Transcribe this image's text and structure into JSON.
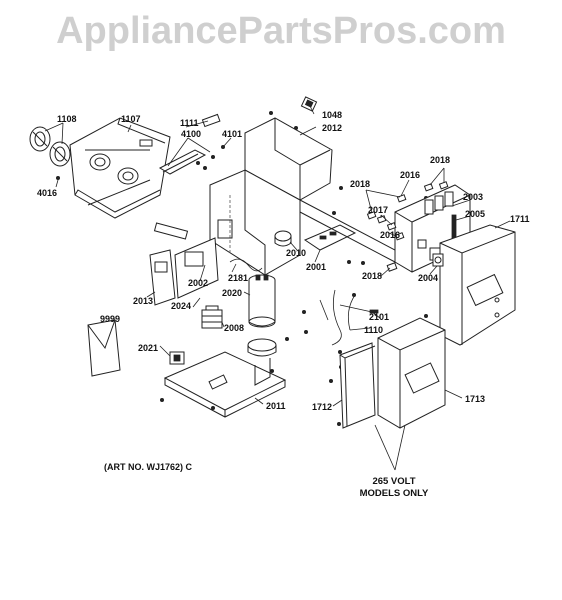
{
  "watermark": "AppliancePartsPros.com",
  "art_number": "(ART NO. WJ1762) C",
  "note": {
    "line1": "265 VOLT",
    "line2": "MODELS ONLY"
  },
  "part_labels": {
    "p1108": "1108",
    "p1107": "1107",
    "p1111": "1111",
    "p4100": "4100",
    "p4101": "4101",
    "p1048": "1048",
    "p2012": "2012",
    "p4016": "4016",
    "p2018a": "2018",
    "p2018b": "2018",
    "p2018c": "2018",
    "p2016a": "2016",
    "p2016b": "2016",
    "p2017": "2017",
    "p2003": "2003",
    "p2005": "2005",
    "p1711": "1711",
    "p2004": "2004",
    "p2010": "2010",
    "p2001": "2001",
    "p2181": "2181",
    "p2020": "2020",
    "p2002": "2002",
    "p2013": "2013",
    "p2024": "2024",
    "p2008": "2008",
    "p9999": "9999",
    "p2021": "2021",
    "p2101": "2101",
    "p1110": "1110",
    "p2011": "2011",
    "p1712": "1712",
    "p1713": "1713"
  }
}
